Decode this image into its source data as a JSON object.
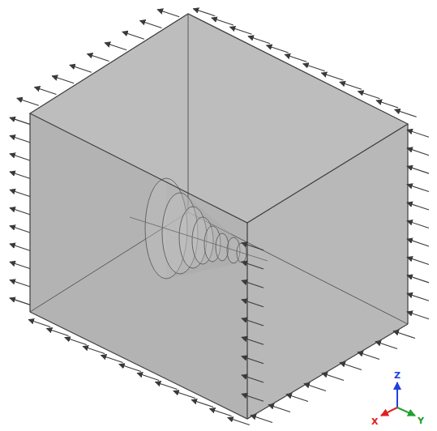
{
  "diagram": {
    "labels": [
      "Z",
      "X",
      "Y"
    ]
  }
}
